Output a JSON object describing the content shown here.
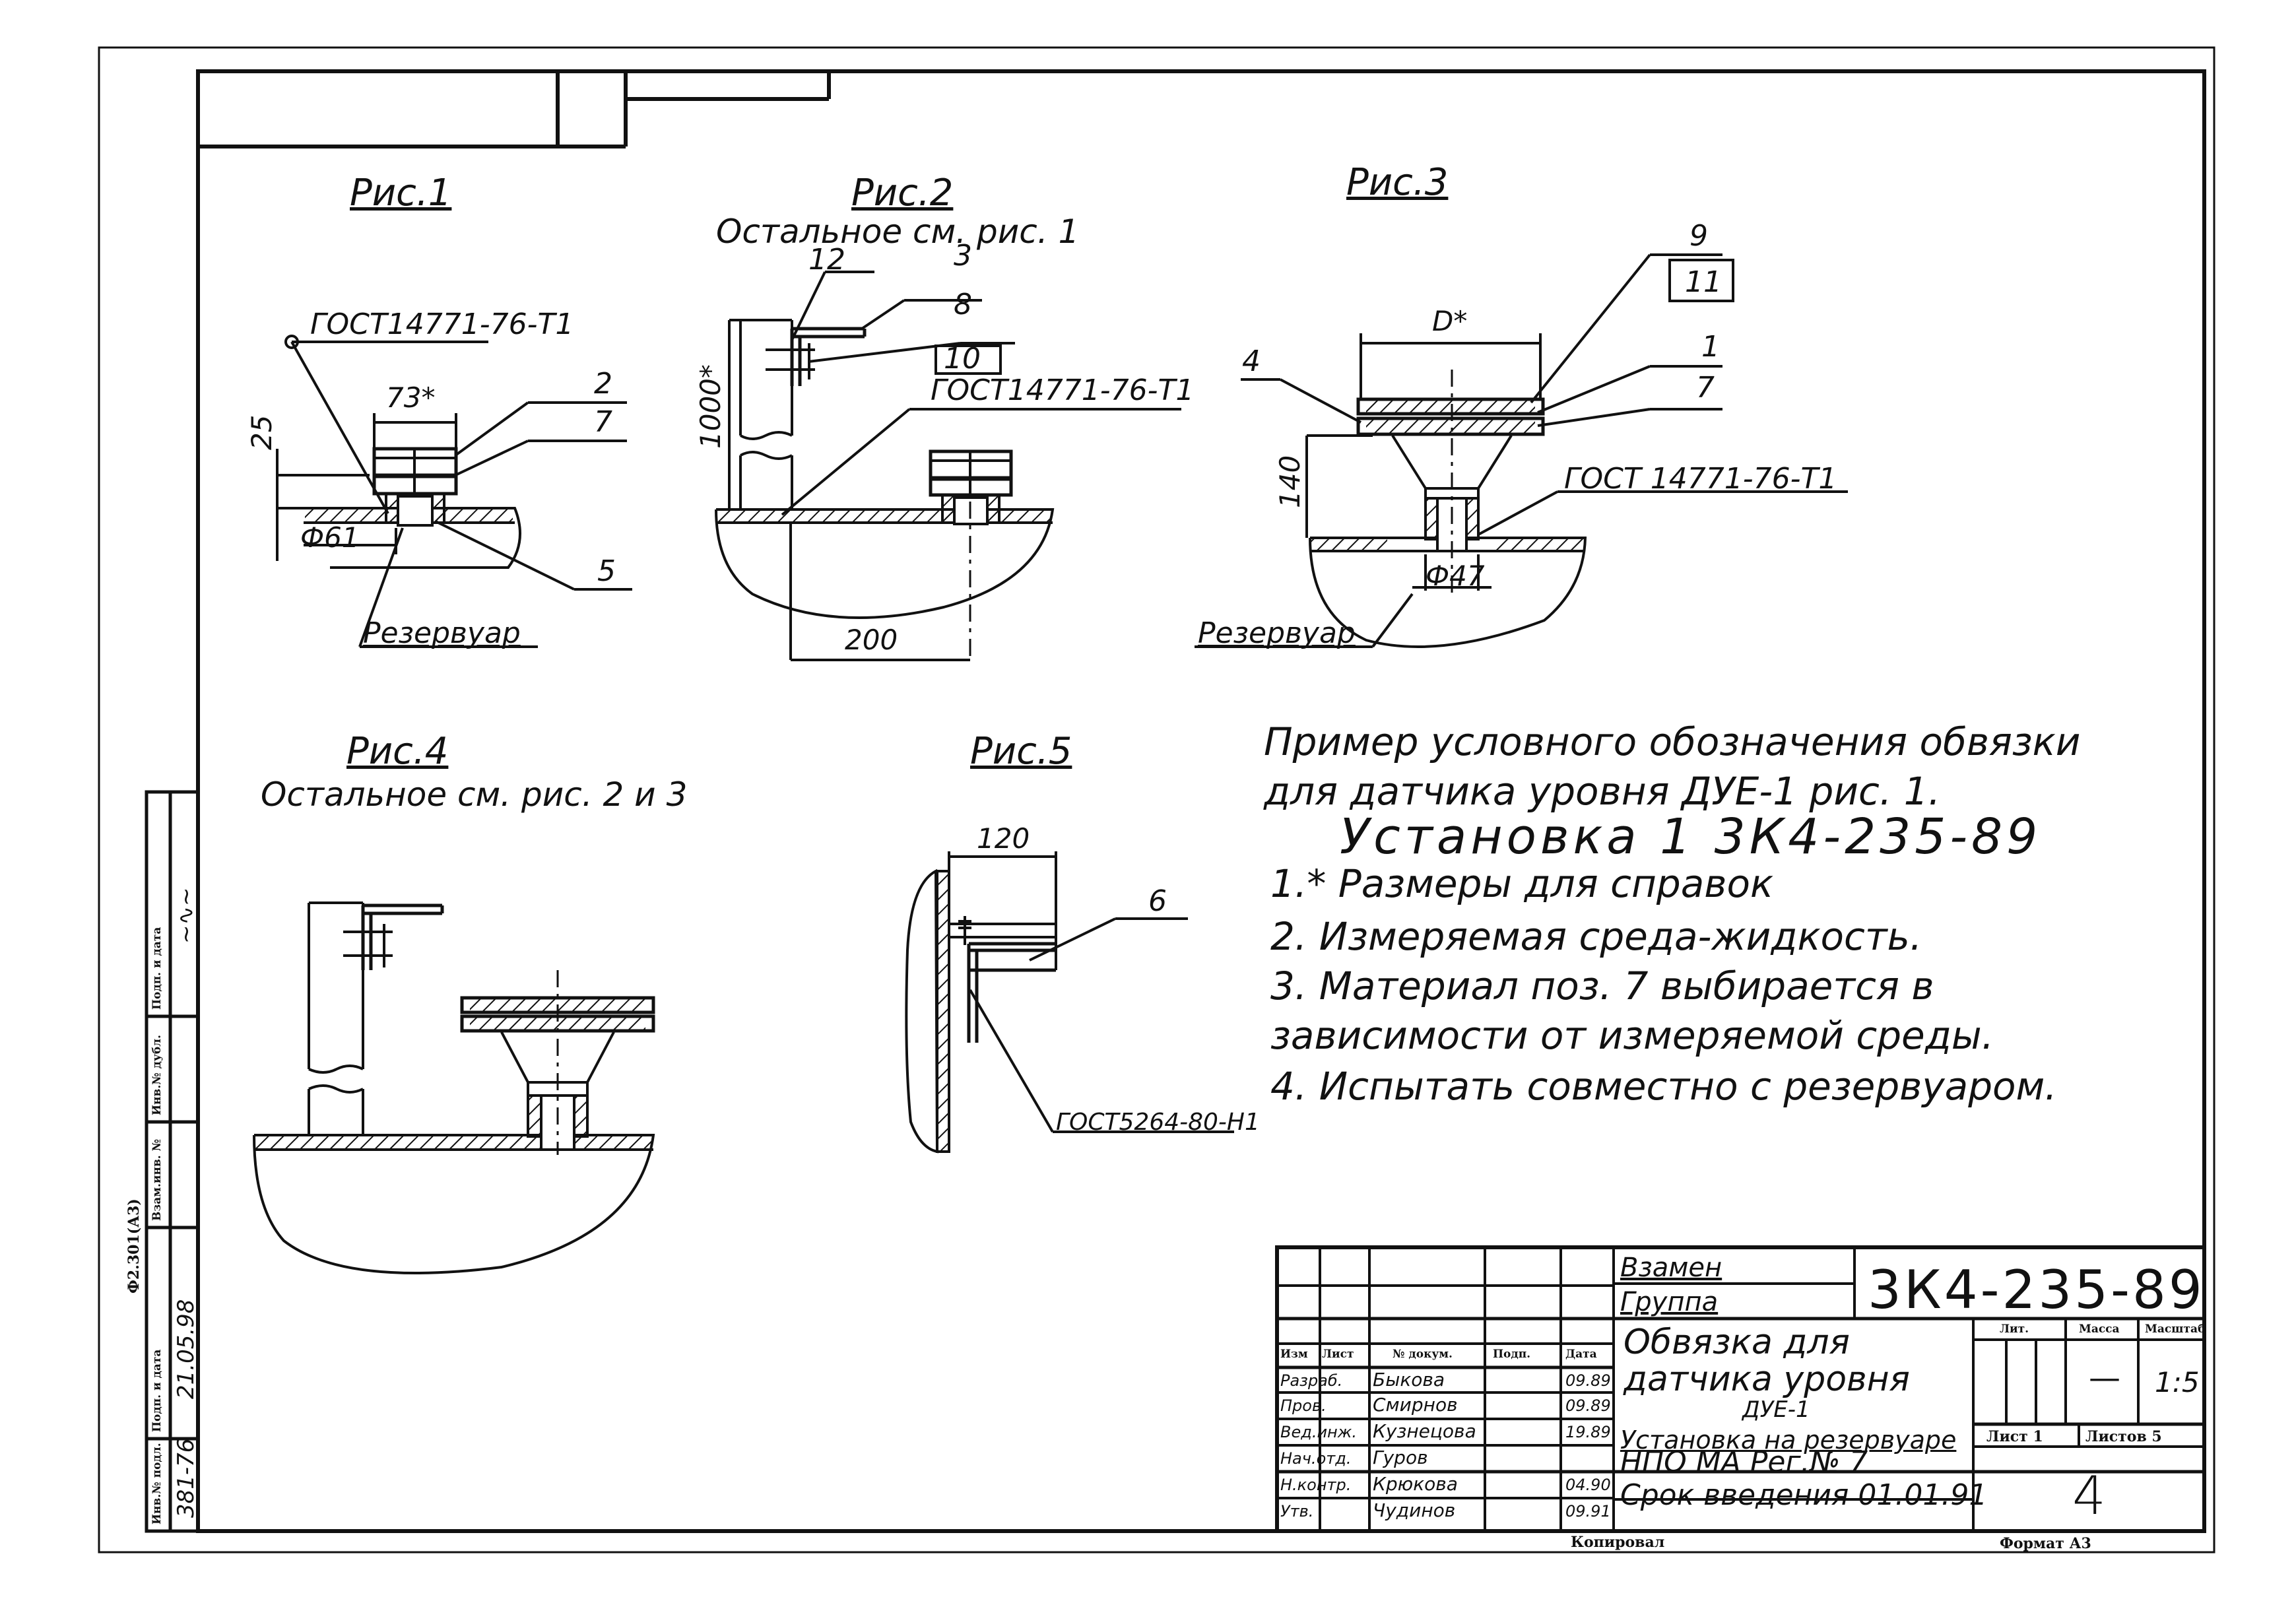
{
  "figures": {
    "fig1": {
      "title": "Рис.1",
      "gost": "ГОСТ14771-76-Т1",
      "dim_width": "73*",
      "dim_height": "25",
      "diameter": "Ф61",
      "tank": "Резервуар",
      "pos_2": "2",
      "pos_7": "7",
      "pos_5": "5"
    },
    "fig2": {
      "title": "Рис.2",
      "subtitle": "Остальное см. рис. 1",
      "pos_12": "12",
      "pos_3": "3",
      "pos_8": "8",
      "pos_10": "10",
      "gost": "ГОСТ14771-76-Т1",
      "dim_height": "1000*",
      "dim_width": "200"
    },
    "fig3": {
      "title": "Рис.3",
      "dim_d": "D*",
      "pos_9": "9",
      "pos_11": "11",
      "pos_1": "1",
      "pos_7": "7",
      "pos_4": "4",
      "dim_height": "140",
      "gost": "ГОСТ 14771-76-Т1",
      "diameter": "Ф47",
      "tank": "Резервуар"
    },
    "fig4": {
      "title": "Рис.4",
      "subtitle": "Остальное см. рис. 2 и 3"
    },
    "fig5": {
      "title": "Рис.5",
      "dim_width": "120",
      "pos_6": "6",
      "gost": "ГОСТ5264-80-Н1"
    }
  },
  "notes": {
    "example_line1": "Пример условного обозначения обвязки",
    "example_line2": "для датчика уровня ДУЕ-1 рис. 1.",
    "designation": "Установка 1   3К4-235-89",
    "n1": "1.* Размеры для справок",
    "n2": "2.  Измеряемая  среда-жидкость.",
    "n3a": "3.  Материал  поз. 7 выбирается в",
    "n3b": "зависимости  от  измеряемой  среды.",
    "n4": "4.  Испытать  совместно  с резервуаром."
  },
  "stamp": {
    "format_code": "Ф2.301(А3)",
    "col_inv_podl": "Инв.№ подл.",
    "col_podp_data": "Подп. и дата",
    "col_vzam_inv": "Взам.инв. №",
    "col_inv_dubl": "Инв.№ дубл.",
    "col_podp_data2": "Подп. и дата",
    "inv_value": "381-76",
    "date_value": "21.05.98"
  },
  "title_block": {
    "vzamen": "Взамен",
    "gruppa": "Группа",
    "code": "3К4-235-89",
    "headers": {
      "izm": "Изм",
      "list": "Лист",
      "doc": "№ докум.",
      "podp": "Подп.",
      "data": "Дата"
    },
    "staff": [
      {
        "role": "Разраб.",
        "name": "Быкова",
        "date": "09.89"
      },
      {
        "role": "Пров.",
        "name": "Смирнов",
        "date": "09.89"
      },
      {
        "role": "Вед.инж.",
        "name": "Кузнецова",
        "date": "19.89"
      },
      {
        "role": "Нач.отд.",
        "name": "Гуров",
        "date": ""
      },
      {
        "role": "Н.контр.",
        "name": "Крюкова",
        "date": "04.90"
      },
      {
        "role": "Утв.",
        "name": "Чудинов",
        "date": "09.91"
      }
    ],
    "name_line1": "Обвязка для",
    "name_line2": "датчика уровня",
    "name_line3": "ДУЕ-1",
    "name_line4": "Установка на резервуаре",
    "stage_header": "Лит.",
    "mass_header": "Масса",
    "scale_header": "Масштаб",
    "mass_value": "—",
    "scale_value": "1:5",
    "sheet": "Лист 1",
    "sheets": "Листов 5",
    "org": "НПО МА Рег.№ 7",
    "org_number": "4",
    "valid_from": "Срок введения 01.01.91",
    "copied": "Копировал",
    "format": "Формат А3"
  }
}
